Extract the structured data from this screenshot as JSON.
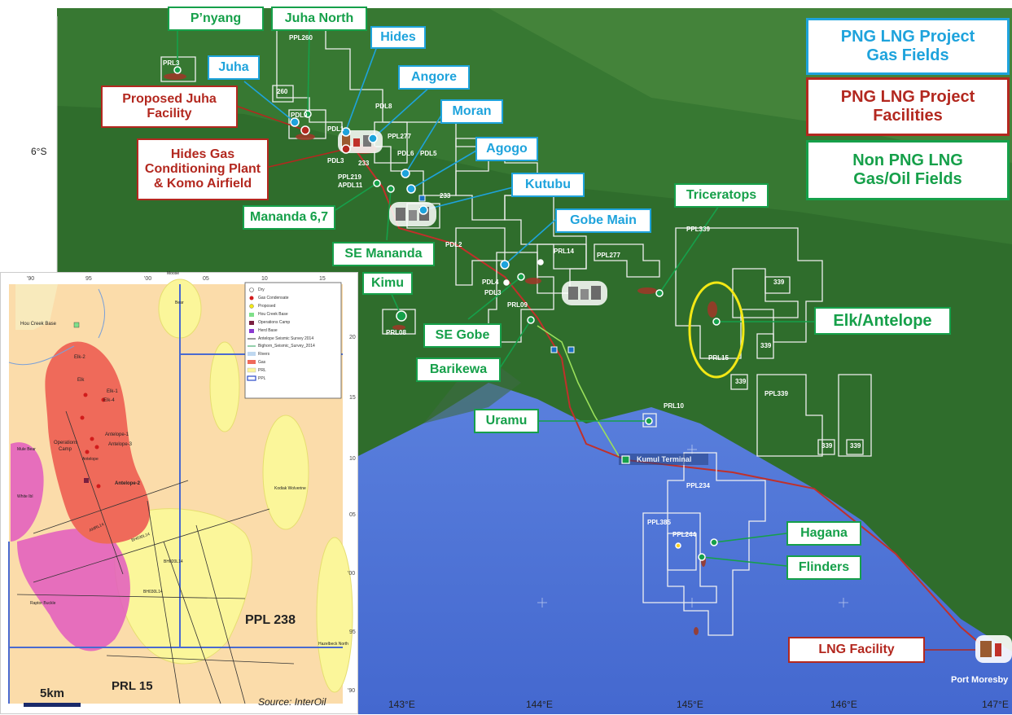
{
  "legend": {
    "png_lng_gas_fields": [
      "PNG LNG Project",
      "Gas Fields"
    ],
    "png_lng_facilities": [
      "PNG LNG Project",
      "Facilities"
    ],
    "non_png_lng_fields": [
      "Non PNG LNG",
      "Gas/Oil Fields"
    ]
  },
  "labels": {
    "pnyang": "P’nyang",
    "juha_north": "Juha North",
    "hides": "Hides",
    "juha": "Juha",
    "angore": "Angore",
    "proposed_juha_facility": [
      "Proposed Juha",
      "Facility"
    ],
    "moran": "Moran",
    "hides_gas_plant": [
      "Hides Gas",
      "Conditioning Plant",
      "& Komo Airfield"
    ],
    "agogo": "Agogo",
    "kutubu": "Kutubu",
    "mananda_67": "Mananda 6,7",
    "triceratops": "Triceratops",
    "gobe_main": "Gobe Main",
    "se_mananda": "SE Mananda",
    "kimu": "Kimu",
    "elk_antelope": "Elk/Antelope",
    "se_gobe": "SE Gobe",
    "barikewa": "Barikewa",
    "uramu": "Uramu",
    "hagana": "Hagana",
    "flinders": "Flinders",
    "lng_facility": "LNG Facility",
    "kumul_terminal": "Kumul Terminal",
    "port_moresby": "Port Moresby"
  },
  "licences": {
    "prl3": "PRL3",
    "ppl260": "PPL260",
    "n260": "260",
    "pdl9": "PDL9",
    "pdl8": "PDL8",
    "pdl1": "PDL1",
    "ppl277a": "PPL277",
    "pdl6": "PDL6",
    "pdl5": "PDL5",
    "pdl3a": "PDL3",
    "n233a": "233",
    "ppl219": "PPL219",
    "apdl11": "APDL11",
    "n233b": "233",
    "pdl2": "PDL2",
    "prl14": "PRL14",
    "ppl277b": "PPL277",
    "pdl4": "PDL4",
    "pdl3b": "PDL3",
    "prl09": "PRL09",
    "prl08": "PRL08",
    "ppl339a": "PPL339",
    "n339a": "339",
    "n339b": "339",
    "prl15": "PRL15",
    "n339c": "339",
    "n339d": "339",
    "ppl339b": "PPL339",
    "n339e": "339",
    "n339f": "339",
    "prl10": "PRL10",
    "ppl234": "PPL234",
    "ppl385": "PPL385",
    "ppl244": "PPL244"
  },
  "axes": {
    "lat_6s": "6°S",
    "lon": [
      "143°E",
      "144°E",
      "145°E",
      "146°E",
      "147°E"
    ]
  },
  "inset": {
    "top_ticks": [
      "'90",
      "95",
      "'00",
      "05",
      "10",
      "15"
    ],
    "right_ticks": [
      "20",
      "15",
      "10",
      "05",
      "'00",
      "95",
      "'90"
    ],
    "legend_items": [
      "Dry",
      "Gas Condensate",
      "Proposed",
      "Hou Creek Base",
      "Operations Camp",
      "Herd Base",
      "Antelope Seismic Survey 2014",
      "Bighorn_Seismic_Survey_2014",
      "Rivers",
      "Gas",
      "PRL",
      "PPL"
    ],
    "hou_creek_base": "Hou Creek Base",
    "wells": [
      "Elk-2",
      "Elk-1",
      "Elk-4",
      "Antelope-1",
      "Antelope-3",
      "Antelope",
      "Antelope-2"
    ],
    "operations_camp": [
      "Operations",
      "Camp"
    ],
    "ppl238": "PPL 238",
    "prl15": "PRL 15",
    "scale": "5km",
    "source": "Source: InterOil",
    "places": [
      "Elk",
      "Mule Bear",
      "White Ibl",
      "Bear",
      "Kodiak Wolverine",
      "Raptor Buckle",
      "Hazelbeck North",
      "Moose"
    ],
    "lines": [
      "AMRL14",
      "BH030L14",
      "BH020L14",
      "BH030L14"
    ]
  },
  "colors": {
    "blue": "#1ea3dc",
    "green": "#16a04a",
    "red": "#b3281f",
    "ocean": "#4f73d6",
    "land": "#2d6a2a",
    "inset_bg": "#fbdcaa",
    "gas": "#ef6a5a",
    "prl": "#fbf69a"
  }
}
